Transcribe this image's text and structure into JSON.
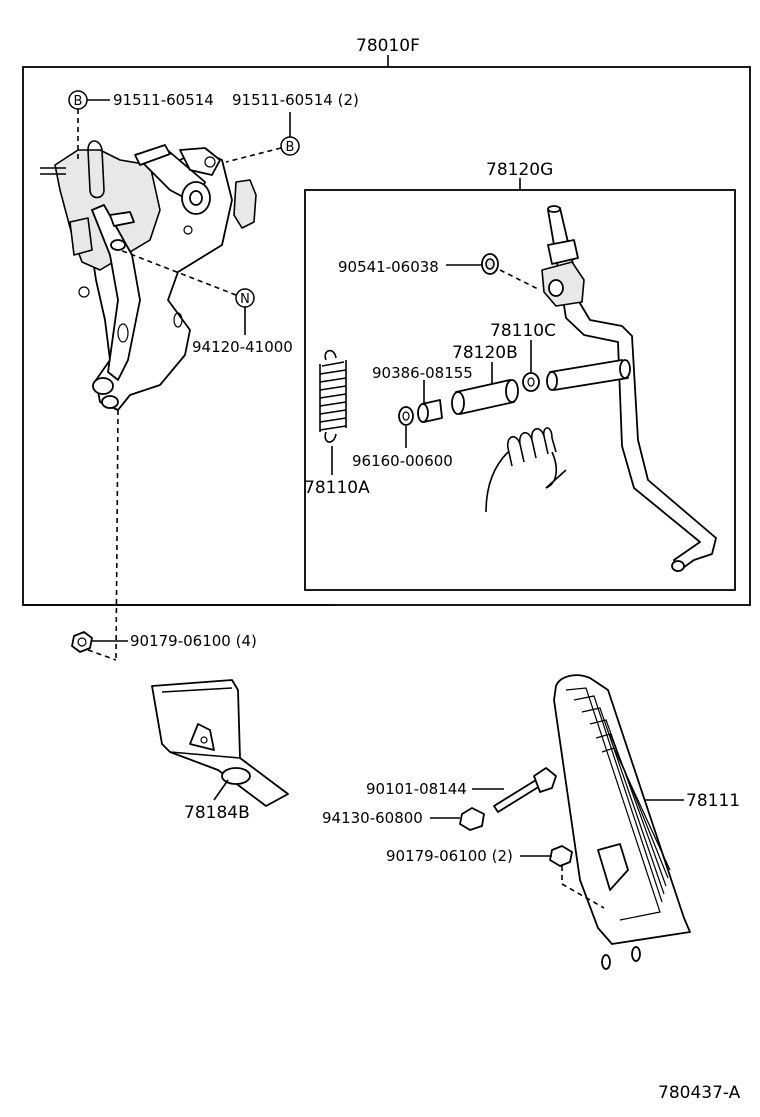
{
  "labels": {
    "assembly": "78010F",
    "subassembly": "78120G",
    "bolt_b_left": "91511-60514",
    "bolt_b_right": "91511-60514 (2)",
    "nut_n": "94120-41000",
    "clip": "90541-06038",
    "bushing_c": "78110C",
    "bushing_b": "78120B",
    "collar": "90386-08155",
    "spring_a": "78110A",
    "washer": "96160-00600",
    "nut_4": "90179-06100 (4)",
    "bracket": "78184B",
    "bolt_stop": "90101-08144",
    "nut_stop": "94130-60800",
    "nut_2": "90179-06100 (2)",
    "pedal": "78111",
    "figure_id": "780437-A"
  },
  "markers": {
    "b1": "B",
    "b2": "B",
    "n": "N"
  }
}
